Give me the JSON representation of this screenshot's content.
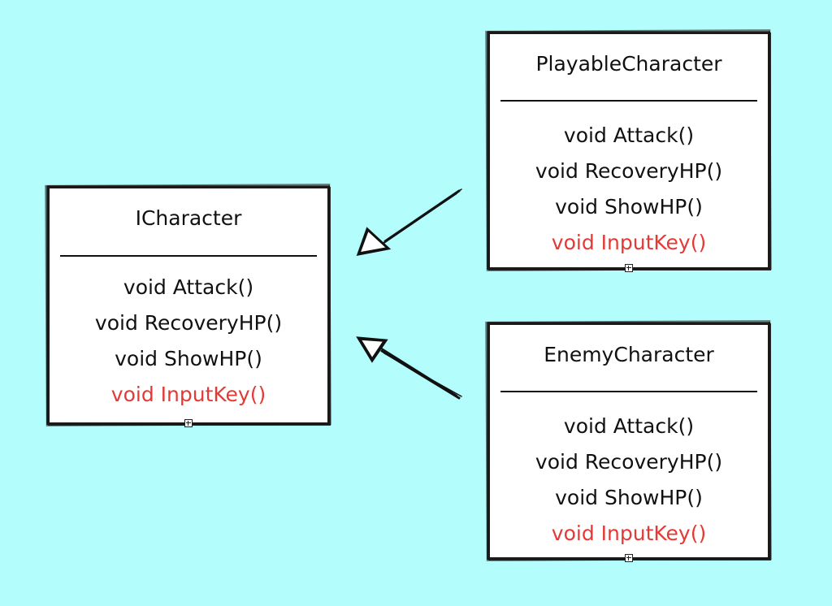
{
  "boxes": {
    "interface": {
      "title": "ICharacter",
      "methods": [
        "void Attack()",
        "void RecoveryHP()",
        "void ShowHP()",
        "void InputKey()"
      ]
    },
    "playable": {
      "title": "PlayableCharacter",
      "methods": [
        "void Attack()",
        "void RecoveryHP()",
        "void ShowHP()",
        "void InputKey()"
      ]
    },
    "enemy": {
      "title": "EnemyCharacter",
      "methods": [
        "void Attack()",
        "void RecoveryHP()",
        "void ShowHP()",
        "void InputKey()"
      ]
    }
  },
  "relations": [
    {
      "from": "playable",
      "to": "interface",
      "type": "inheritance"
    },
    {
      "from": "enemy",
      "to": "interface",
      "type": "inheritance"
    }
  ],
  "colors": {
    "background": "#b3fdfd",
    "highlight": "#e53935",
    "stroke": "#111111"
  }
}
